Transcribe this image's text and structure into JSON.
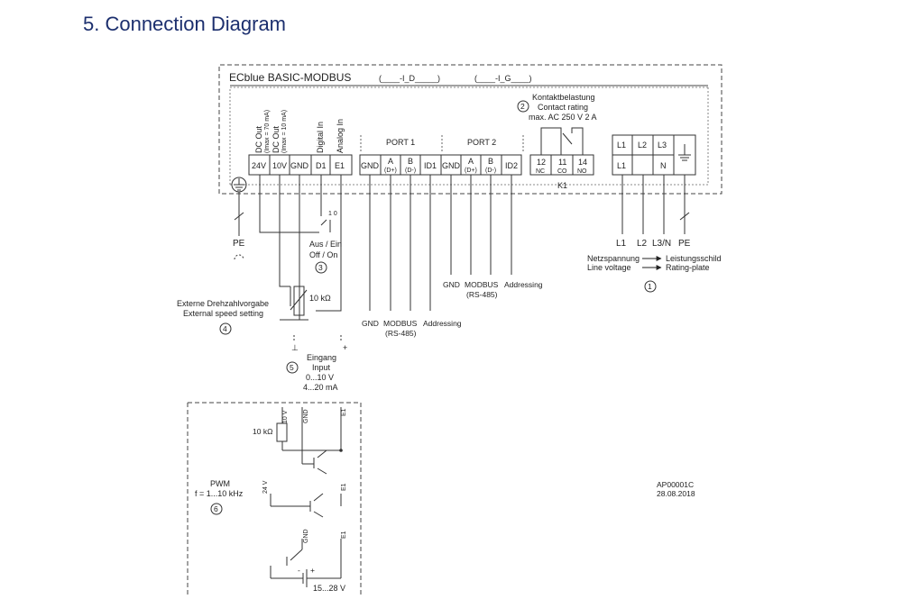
{
  "header": {
    "title": "5. Connection Diagram"
  },
  "device": {
    "name": "ECblue BASIC-MODBUS",
    "code1": "(____-I_D_____)",
    "code2": "(____-I_G____)"
  },
  "contact": {
    "badge": "2",
    "line1": "Kontaktbelastung",
    "line2": "Contact rating",
    "line3": "max. AC 250 V 2 A",
    "relay": "K1"
  },
  "headers": {
    "dc_out1": "DC Out",
    "dc_out1_sub": "(Imax = 70 mA)",
    "dc_out2": "DC Out",
    "dc_out2_sub": "(Imax = 10 mA)",
    "digital_in": "Digital In",
    "analog_in": "Analog In",
    "port1": "PORT 1",
    "port2": "PORT 2"
  },
  "terminals": {
    "t24v": "24V",
    "t10v": "10V",
    "gnd": "GND",
    "d1": "D1",
    "e1": "E1",
    "p1_gnd": "GND",
    "p1_a": "A",
    "p1_a_sub": "(D+)",
    "p1_b": "B",
    "p1_b_sub": "(D-)",
    "id1": "ID1",
    "p2_gnd": "GND",
    "p2_a": "A",
    "p2_a_sub": "(D+)",
    "p2_b": "B",
    "p2_b_sub": "(D-)",
    "id2": "ID2",
    "r12": "12",
    "r12_sub": "NC",
    "r11": "11",
    "r11_sub": "CO",
    "r14": "14",
    "r14_sub": "NO",
    "l1": "L1",
    "l1b": "L1",
    "l2": "L2",
    "l3": "L3",
    "n": "N"
  },
  "pe": {
    "label": "PE",
    "sw_label": "1 0"
  },
  "switch": {
    "de": "Aus / Ein",
    "en": "Off / On",
    "badge": "3"
  },
  "pot": {
    "value": "10 kΩ"
  },
  "speed": {
    "de": "Externe Drehzahlvorgabe",
    "en": "External speed setting",
    "badge": "4"
  },
  "input": {
    "minus": "⊥",
    "plus": "+",
    "badge": "5",
    "de": "Eingang",
    "en": "Input",
    "range1": "0...10 V",
    "range2": "4...20 mA"
  },
  "port1_labels": {
    "gnd": "GND",
    "modbus": "MODBUS",
    "rs485": "(RS-485)",
    "addressing": "Addressing"
  },
  "port2_labels": {
    "gnd": "GND",
    "modbus": "MODBUS",
    "rs485": "(RS-485)",
    "addressing": "Addressing"
  },
  "mains": {
    "l1": "L1",
    "l2": "L2",
    "l3n": "L3/N",
    "pe": "PE",
    "netz": "Netzspannung",
    "line_voltage": "Line voltage",
    "schild": "Leistungsschild",
    "plate": "Rating-plate",
    "badge": "1"
  },
  "pwm": {
    "label": "PWM",
    "freq": "f = 1...10 kHz",
    "badge": "6",
    "res": "10 kΩ",
    "v10": "10 V",
    "v24": "24 V",
    "gnd1": "GND",
    "e1a": "E1",
    "e1b": "E1",
    "gnd3": "GND",
    "e1c": "E1",
    "minus": "-",
    "plus": "+",
    "supply": "15...28 V"
  },
  "footer": {
    "doc": "AP00001C",
    "date": "28.08.2018"
  },
  "colors": {
    "title": "#1c2f6e",
    "line": "#333333"
  }
}
